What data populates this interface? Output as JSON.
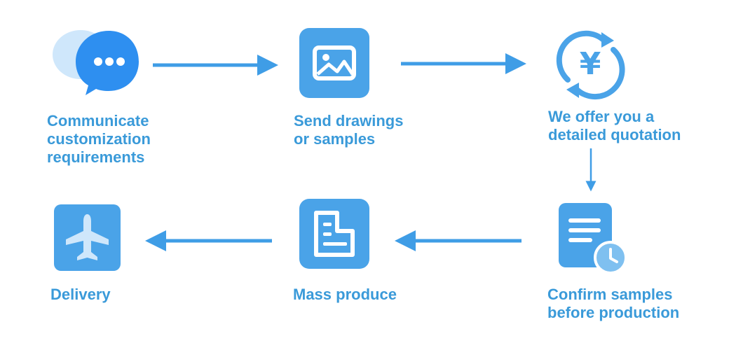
{
  "steps": [
    {
      "lines": [
        "Communicate",
        "customization",
        "requirements"
      ]
    },
    {
      "lines": [
        "Send drawings",
        "or samples"
      ]
    },
    {
      "lines": [
        "We offer you a",
        "detailed quotation"
      ]
    },
    {
      "lines": [
        "Confirm samples",
        "before production"
      ]
    },
    {
      "lines": [
        "Mass produce"
      ]
    },
    {
      "lines": [
        "Delivery"
      ]
    }
  ],
  "quote_icon_glyph": "¥",
  "colors": {
    "primary": "#3a9ad9",
    "tile": "#4aa3e8",
    "tile_light": "#7fc0f0",
    "arrow": "#3f9de6"
  }
}
